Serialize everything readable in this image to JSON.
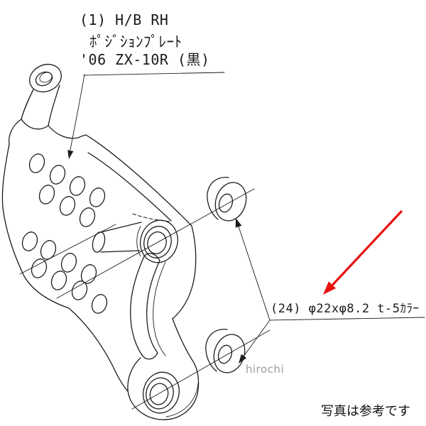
{
  "page": {
    "background": "#ffffff",
    "line_color": "#1c1c1c"
  },
  "annotations": {
    "part1": {
      "line1": "(1)  H/B RH",
      "line2": "ﾎﾟｼﾞｼｮﾝﾌﾟﾚｰﾄ",
      "line3": "'06 ZX-10R (黒)"
    },
    "part24": {
      "label": "(24) φ22xφ8.2 t-5ｶﾗｰ"
    },
    "watermark": "hirochi",
    "footer_note": "写真は参考です",
    "arrow_color": "#e8100f"
  }
}
